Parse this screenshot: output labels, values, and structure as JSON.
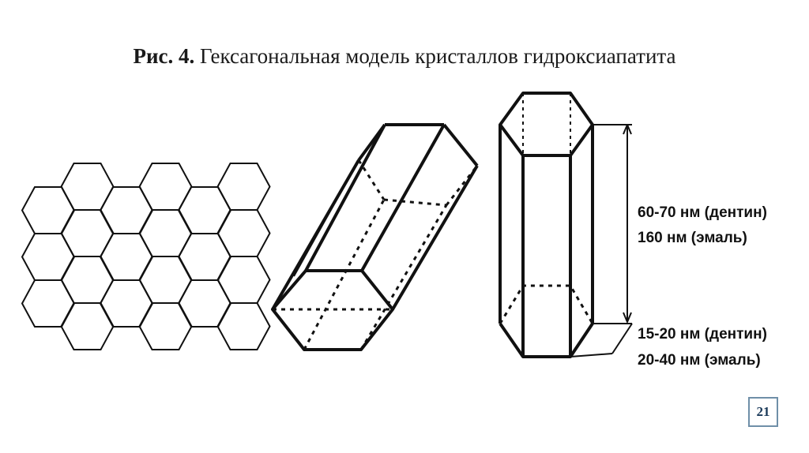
{
  "title": {
    "prefix": "Рис. 4.",
    "text": " Гексагональная модель кристаллов гидроксиапатита"
  },
  "labels": {
    "length_dentin": "60-70 нм (дентин)",
    "length_enamel": "160 нм (эмаль)",
    "width_dentin": "15-20 нм (дентин)",
    "width_enamel": "20-40 нм (эмаль)"
  },
  "page_number": "21"
}
